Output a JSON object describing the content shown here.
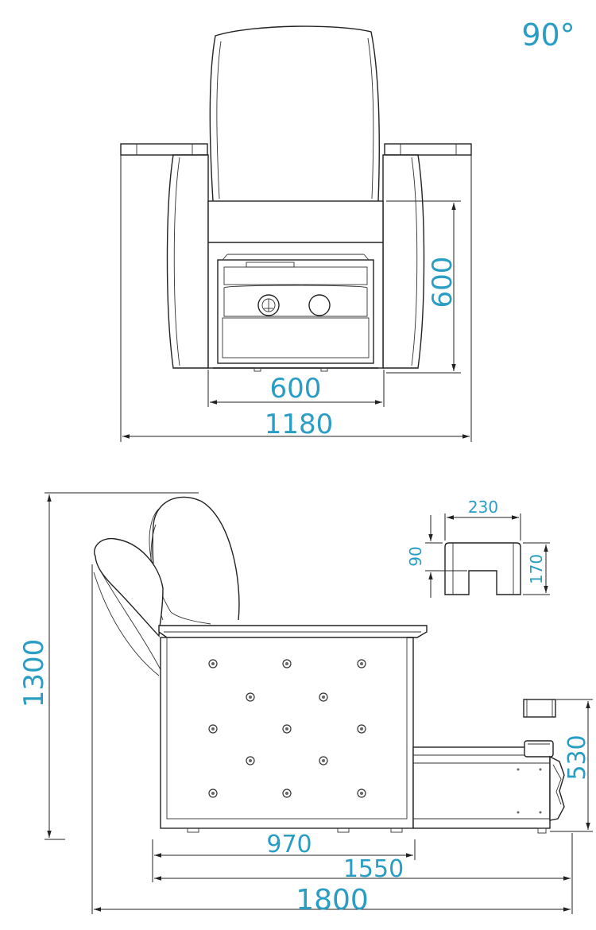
{
  "angle_label": "90°",
  "colors": {
    "dimension_text": "#2a9dc4",
    "line": "#222222",
    "background": "#ffffff"
  },
  "front_view": {
    "overall_width": "1180",
    "basin_width": "600",
    "basin_height": "600"
  },
  "side_view": {
    "overall_height": "1300",
    "overall_length": "1800",
    "base_length": "1550",
    "body_length": "970",
    "footrest_height": "530"
  },
  "footrest_detail": {
    "width": "230",
    "height": "170",
    "notch_height": "90"
  }
}
